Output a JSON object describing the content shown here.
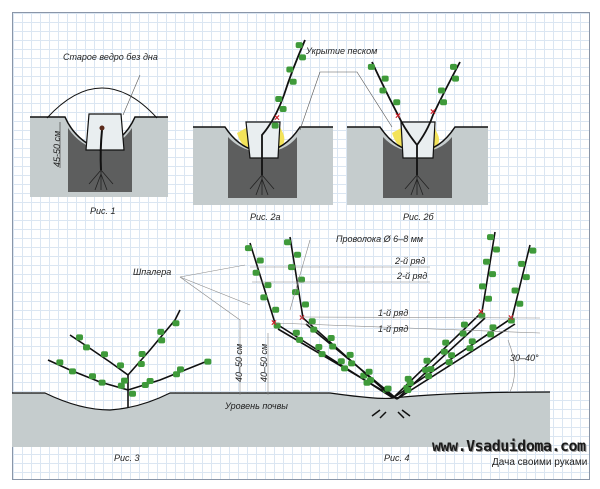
{
  "labels": {
    "bucket": "Старое ведро без дна",
    "depth1": "45-50 см",
    "sand_cover": "Укрытие песком",
    "trellis": "Шпалера",
    "wire": "Проволока Ø 6–8 мм",
    "row2a": "2-й ряд",
    "row2b": "2-й ряд",
    "row1a": "1-й ряд",
    "row1b": "1-й ряд",
    "angle": "30–40°",
    "height_a": "40–50 см",
    "height_b": "40–50 см",
    "soil_level": "Уровень почвы"
  },
  "captions": {
    "fig1": "Рис. 1",
    "fig2a": "Рис. 2а",
    "fig2b": "Рис. 2б",
    "fig3": "Рис. 3",
    "fig4": "Рис. 4"
  },
  "watermark": {
    "site": "www.Vsaduidoma.com",
    "tagline": "Дача своими руками"
  },
  "colors": {
    "soil": "#c5cccd",
    "pit": "#5d5e5e",
    "leaf": "#3f9a3a",
    "sand": "#f3e35a",
    "graft": "#d0202a"
  }
}
